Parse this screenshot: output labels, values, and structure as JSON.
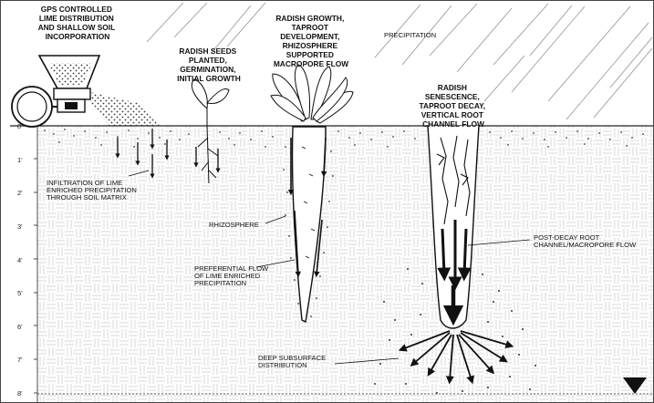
{
  "titles": {
    "gps": [
      "GPS CONTROLLED",
      "LIME DISTRIBUTION",
      "AND SHALLOW SOIL",
      "INCORPORATION"
    ],
    "seeds": [
      "RADISH SEEDS",
      "PLANTED,",
      "GERMINATION,",
      "INITIAL GROWTH"
    ],
    "growth": [
      "RADISH GROWTH,",
      "TAPROOT",
      "DEVELOPMENT,",
      "RHIZOSPHERE",
      "SUPPORTED",
      "MACROPORE FLOW"
    ],
    "senescence": [
      "RADISH",
      "SENESCENCE,",
      "TAPROOT DECAY,",
      "VERTICAL ROOT",
      "CHANNEL FLOW"
    ]
  },
  "labels": {
    "precipitation": "PRECIPITATION",
    "infiltration": [
      "INFILTRATION OF LIME",
      "ENRICHED PRECIPITATION",
      "THROUGH SOIL MATRIX"
    ],
    "rhizosphere": "RHIZOSPHERE",
    "preferential": [
      "PREFERENTIAL FLOW",
      "OF LIME ENRICHED",
      "PRECIPITATION"
    ],
    "post_decay": [
      "POST-DECAY ROOT",
      "CHANNEL/MACROPORE FLOW"
    ],
    "deep": [
      "DEEP SUBSURFACE",
      "DISTRIBUTION"
    ]
  },
  "depth_ticks": [
    "0'",
    "1'",
    "2'",
    "3'",
    "4'",
    "5'",
    "6'",
    "7'",
    "8'"
  ]
}
